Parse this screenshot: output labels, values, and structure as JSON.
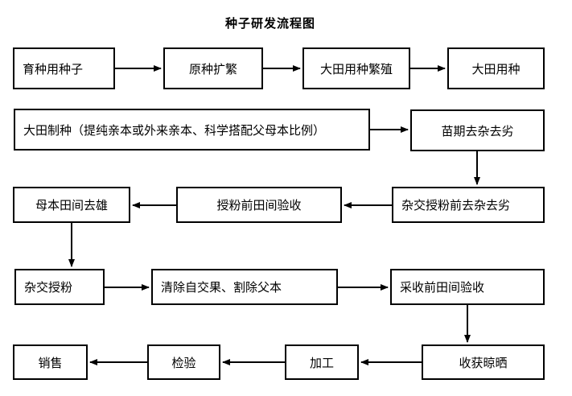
{
  "title": "种子研发流程图",
  "colors": {
    "background": "#ffffff",
    "box_border": "#000000",
    "text": "#000000",
    "arrow": "#000000"
  },
  "flowchart": {
    "nodes": [
      {
        "id": "breeding-seed",
        "label": "育种用种子"
      },
      {
        "id": "original-seed-propagation",
        "label": "原种扩繁"
      },
      {
        "id": "field-seed-multiplication",
        "label": "大田用种繁殖"
      },
      {
        "id": "field-seed",
        "label": "大田用种"
      },
      {
        "id": "field-seed-production",
        "label": "大田制种（提纯亲本或外来亲本、科学搭配父母本比例）"
      },
      {
        "id": "seedling-roguing",
        "label": "苗期去杂去劣"
      },
      {
        "id": "pre-pollination-roguing",
        "label": "杂交授粉前去杂去劣"
      },
      {
        "id": "pre-pollination-field-inspection",
        "label": "授粉前田间验收"
      },
      {
        "id": "female-parent-detasseling",
        "label": "母本田间去雄"
      },
      {
        "id": "cross-pollination",
        "label": "杂交授粉"
      },
      {
        "id": "remove-selfed-fruit-cut-male-parent",
        "label": "清除自交果、割除父本"
      },
      {
        "id": "pre-harvest-field-inspection",
        "label": "采收前田间验收"
      },
      {
        "id": "harvest-drying",
        "label": "收获晾晒"
      },
      {
        "id": "processing",
        "label": "加工"
      },
      {
        "id": "inspection",
        "label": "检验"
      },
      {
        "id": "sales",
        "label": "销售"
      }
    ],
    "edges": [
      {
        "from": "breeding-seed",
        "to": "original-seed-propagation"
      },
      {
        "from": "original-seed-propagation",
        "to": "field-seed-multiplication"
      },
      {
        "from": "field-seed-multiplication",
        "to": "field-seed"
      },
      {
        "from": "field-seed-production",
        "to": "seedling-roguing"
      },
      {
        "from": "seedling-roguing",
        "to": "pre-pollination-roguing"
      },
      {
        "from": "pre-pollination-roguing",
        "to": "pre-pollination-field-inspection"
      },
      {
        "from": "pre-pollination-field-inspection",
        "to": "female-parent-detasseling"
      },
      {
        "from": "female-parent-detasseling",
        "to": "cross-pollination"
      },
      {
        "from": "cross-pollination",
        "to": "remove-selfed-fruit-cut-male-parent"
      },
      {
        "from": "remove-selfed-fruit-cut-male-parent",
        "to": "pre-harvest-field-inspection"
      },
      {
        "from": "pre-harvest-field-inspection",
        "to": "harvest-drying"
      },
      {
        "from": "harvest-drying",
        "to": "processing"
      },
      {
        "from": "processing",
        "to": "inspection"
      },
      {
        "from": "inspection",
        "to": "sales"
      }
    ]
  }
}
